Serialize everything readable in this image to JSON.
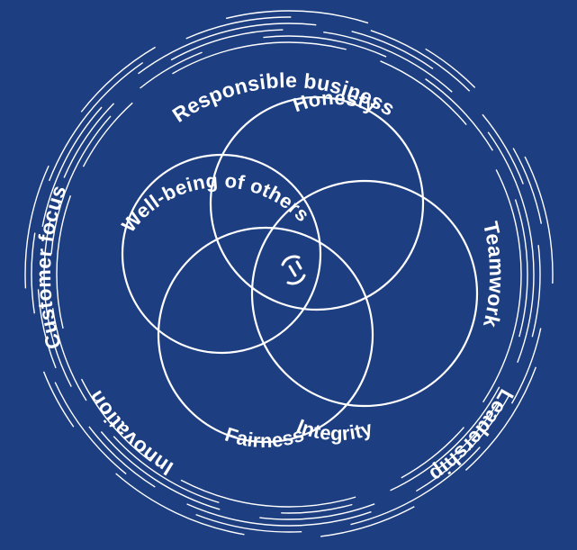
{
  "diagram": {
    "outer_labels": {
      "top": "Responsible business",
      "right": "Teamwork",
      "bottom_right": "Leadership",
      "bottom_left": "Innovation",
      "left": "Customer focus"
    },
    "inner_labels": {
      "top": "Honesty",
      "left": "Well-being of others",
      "right": "Integrity",
      "bottom": "Fairness"
    },
    "center_logo": "logo-icon"
  },
  "colors": {
    "background": "#1d3f82",
    "foreground": "#ffffff"
  }
}
